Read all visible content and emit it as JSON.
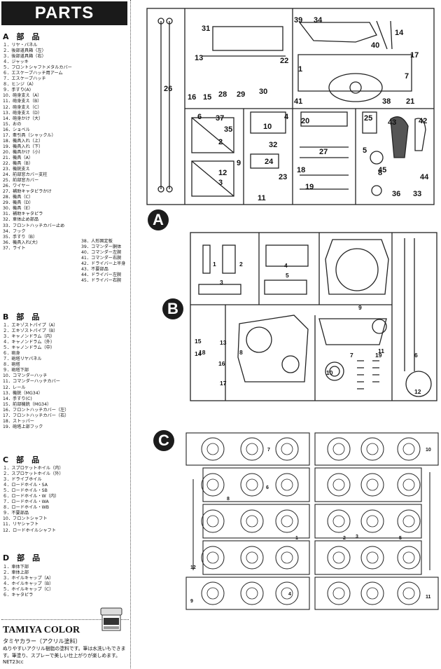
{
  "parts_title": "PARTS",
  "sections": [
    {
      "letter": "A",
      "title": "部　品",
      "items": [
        "１．リヤ・パネル",
        "２．後部道具箱（左）",
        "３．後部道具箱（右）",
        "４．ジャッキ",
        "５．フロントシャフトメタルカバー",
        "６．エスケープハッチ用アーム",
        "７．エスケープハッチ",
        "８．ヒンジ（A）",
        "９．手すり(A)",
        "10．砲身支え（A）",
        "11．砲身支え（B）",
        "12．砲身支え（C）",
        "13．砲身支え（D）",
        "14．砲身かけ（大）",
        "15．おの",
        "16．ショベル",
        "17．牽引具（シャックル）",
        "18．機具入れ（上）",
        "19．機具入れ（下）",
        "20．機具かけ（小）",
        "21．機具（A）",
        "22．機具（B）",
        "23．機銃支え",
        "24．前部窓カバー支柱",
        "25．前部窓カバー",
        "26．ワイヤー",
        "27．補助キャタピラかけ",
        "28．機具（C）",
        "29．機具（D）",
        "30．機具（E）",
        "31．補助キャタピラ",
        "32．車体止め部品",
        "33．フロントハッチカバー止め",
        "34．フック",
        "35．手すり（B）",
        "36．機具入れ(大)",
        "37．ライト"
      ],
      "items2": [
        "38．人形固定板",
        "39．コマンダー胴体",
        "40．コマンダー左腕",
        "41．コマンダー右腕",
        "42．ドライバー上半身",
        "43．不要部品",
        "44．ドライバー左腕",
        "45．ドライバー右腕"
      ]
    },
    {
      "letter": "B",
      "title": "部　品",
      "items": [
        "１．エキゾストパイプ（A）",
        "２．エキゾストパイプ（B）",
        "３．キャノンドラム（内）",
        "４．キャノンドラム（外）",
        "５．キャノンドラム（中）",
        "６．砲身",
        "７．砲塔リヤパネル",
        "８．砲塔",
        "９．砲塔下部",
        "10．コマンダーハッチ",
        "11．コマンダーハッチカバー",
        "12．レール",
        "13．機銃（MG34）",
        "14．手すり(C)",
        "15．前部機銃（MG34）",
        "16．フロントハッチカバー（左）",
        "17．フロントハッチカバー（右）",
        "18．ストッパー",
        "19．砲塔上部フック"
      ]
    },
    {
      "letter": "C",
      "title": "部　品",
      "items": [
        "１．スプロケットホイル（内）",
        "２．スプロケットホイル（外）",
        "３．ドライブホイル",
        "４．ロードホイル・SA",
        "５．ロードホイル・SB",
        "６．ロードホイル・W（内）",
        "７．ロードホイル・WA",
        "８．ロードホイル・WB",
        "９．不要部品",
        "10．フロントシャフト",
        "11．リヤシャフト",
        "12．ロードホイルシャフト"
      ]
    },
    {
      "letter": "D",
      "title": "部　品",
      "items": [
        "１．車体下部",
        "２．車体上部",
        "３．ホイルキャップ（A）",
        "４．ホイルキャップ（B）",
        "５．ホイルキャップ（C）",
        "６．キャタピラ"
      ]
    }
  ],
  "tamiya": {
    "brand": "TAMIYA COLOR",
    "subtitle": "タミヤカラー（アクリル塗料）",
    "desc": "ぬりやすいアクリル樹脂の塗料です。筆は水洗いもできます。筆塗り、スプレーで美しい仕上がりが楽しめます。NET23cc"
  },
  "runner_labels": {
    "A": "A",
    "B": "B",
    "C": "C"
  },
  "callouts_A": [
    "39",
    "34",
    "14",
    "40",
    "31",
    "13",
    "22",
    "17",
    "26",
    "1",
    "7",
    "16",
    "15",
    "28",
    "29",
    "30",
    "41",
    "38",
    "21",
    "2",
    "6",
    "37",
    "35",
    "10",
    "4",
    "20",
    "25",
    "43",
    "42",
    "32",
    "27",
    "5",
    "24",
    "12",
    "9",
    "23",
    "18",
    "19",
    "3",
    "11",
    "8",
    "45",
    "36",
    "33",
    "44"
  ],
  "callouts_B": [
    "1",
    "2",
    "4",
    "5",
    "3",
    "9",
    "15",
    "13",
    "14",
    "18",
    "16",
    "8",
    "11",
    "6",
    "7",
    "19",
    "10",
    "17",
    "12"
  ],
  "callouts_C": [
    "7",
    "8",
    "6",
    "1",
    "5",
    "2",
    "3",
    "4",
    "9",
    "10",
    "11",
    "12"
  ]
}
